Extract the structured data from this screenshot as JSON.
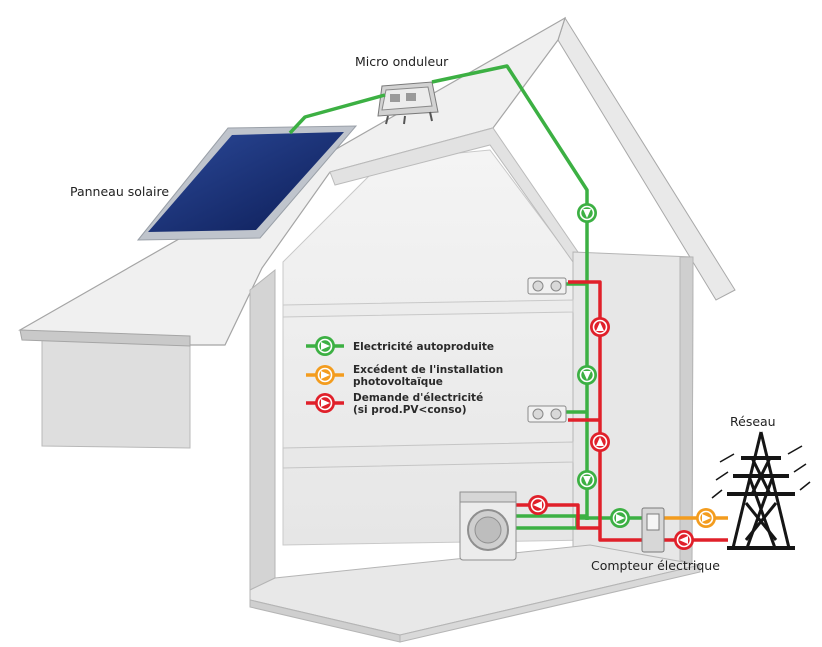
{
  "labels": {
    "micro_inverter": "Micro onduleur",
    "solar_panel": "Panneau solaire",
    "grid": "Réseau",
    "meter": "Compteur électrique"
  },
  "legend": {
    "self_produced": "Electricité autoproduite",
    "surplus_line1": "Excédent de l'installation",
    "surplus_line2": "photovoltaïque",
    "demand_line1": "Demande d'électricité",
    "demand_line2": "(si prod.PV<conso)"
  },
  "colors": {
    "self_produced": "#3cb043",
    "surplus": "#f39c1e",
    "demand": "#e0202a"
  }
}
